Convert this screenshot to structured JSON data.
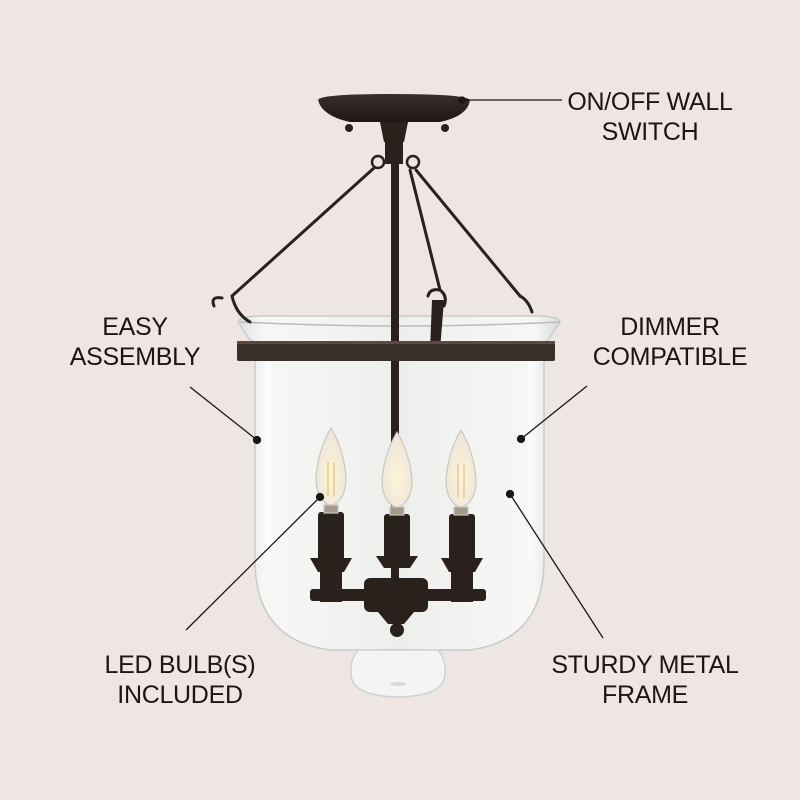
{
  "background_color": "#eee6e2",
  "product": {
    "name": "semi-flush-mount bell jar lantern",
    "finish_color": "#2e2420",
    "bulb_count": 3
  },
  "callouts": [
    {
      "id": "switch",
      "line1": "ON/OFF WALL",
      "line2": "SWITCH"
    },
    {
      "id": "easy",
      "line1": "EASY",
      "line2": "ASSEMBLY"
    },
    {
      "id": "dimmer",
      "line1": "DIMMER",
      "line2": "COMPATIBLE"
    },
    {
      "id": "led",
      "line1": "LED BULB(S)",
      "line2": "INCLUDED"
    },
    {
      "id": "sturdy",
      "line1": "STURDY METAL",
      "line2": "FRAME"
    }
  ]
}
